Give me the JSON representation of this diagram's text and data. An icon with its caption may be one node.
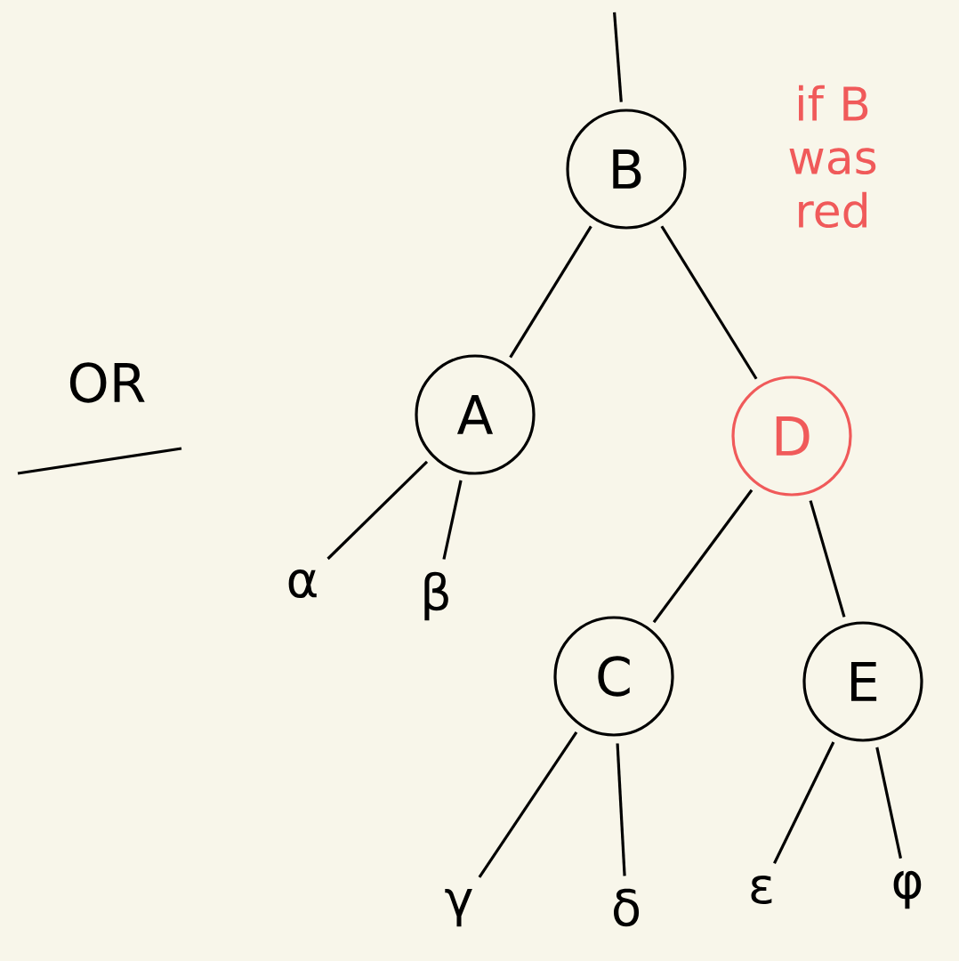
{
  "diagram": {
    "nodes": [
      {
        "text": [
          "B"
        ]
      },
      {
        "text": [
          "A"
        ]
      },
      {
        "text": [
          "D"
        ]
      },
      {
        "text": [
          "α"
        ]
      },
      {
        "text": [
          "β"
        ]
      },
      {
        "text": [
          "C"
        ]
      },
      {
        "text": [
          "E"
        ]
      },
      {
        "text": [
          "γ"
        ]
      },
      {
        "text": [
          "δ"
        ]
      },
      {
        "text": [
          "ε"
        ]
      },
      {
        "text": [
          "φ"
        ]
      }
    ],
    "edges": [
      {
        "from": null,
        "to": 0,
        "arrow": "none"
      },
      {
        "from": 0,
        "to": 1,
        "arrow": "none"
      },
      {
        "from": 0,
        "to": 2,
        "arrow": "none"
      },
      {
        "from": 1,
        "to": 3,
        "arrow": "none"
      },
      {
        "from": 1,
        "to": 4,
        "arrow": "none"
      },
      {
        "from": 2,
        "to": 5,
        "arrow": "none"
      },
      {
        "from": 2,
        "to": 6,
        "arrow": "none"
      },
      {
        "from": 5,
        "to": 7,
        "arrow": "none"
      },
      {
        "from": 5,
        "to": 8,
        "arrow": "none"
      },
      {
        "from": 6,
        "to": 9,
        "arrow": "none"
      },
      {
        "from": 6,
        "to": 10,
        "arrow": "none"
      }
    ],
    "labels": [
      "if B was red",
      "OR"
    ]
  }
}
